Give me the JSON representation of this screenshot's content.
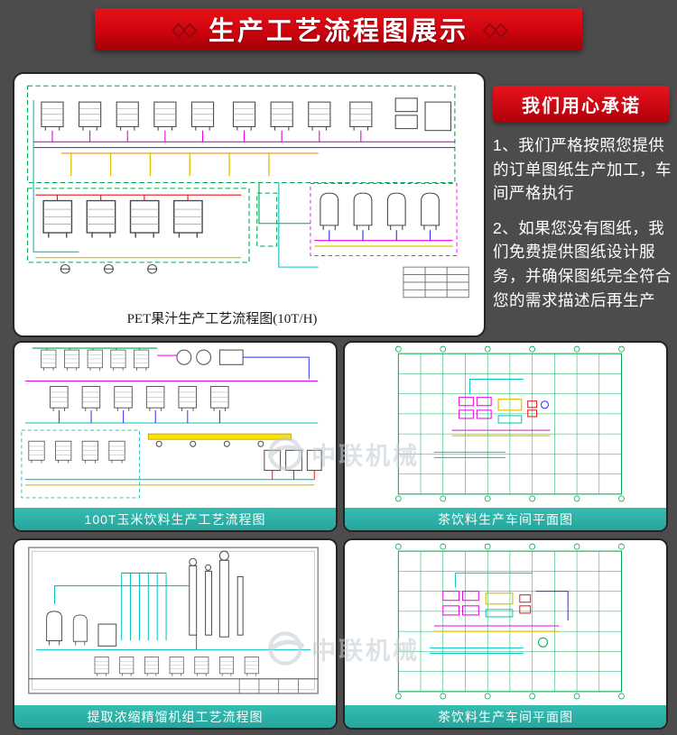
{
  "banner": {
    "decor_left": "◇◇",
    "title": "生产工艺流程图展示",
    "decor_right": "◇◇"
  },
  "promise": {
    "title": "我们用心承诺",
    "items": [
      "1、我们严格按照您提供的订单图纸生产加工，车间严格执行",
      "2、如果您没有图纸，我们免费提供图纸设计服务，并确保图纸完全符合您的需求描述后再生产"
    ]
  },
  "cards": {
    "pet_juice": {
      "caption": "PET果汁生产工艺流程图(10T/H)"
    },
    "corn": {
      "caption": "100T玉米饮料生产工艺流程图"
    },
    "tea_plan_1": {
      "caption": "茶饮料生产车间平面图"
    },
    "distill": {
      "caption": "提取浓缩精馏机组工艺流程图"
    },
    "tea_plan_2": {
      "caption": "茶饮料生产车间平面图"
    }
  },
  "watermark": {
    "text": "中联机械"
  },
  "colors": {
    "accent_red": "#cf0410",
    "teal_caption": "#2eb3aa",
    "background": "#4c4c4c",
    "diagram_green": "#00a651",
    "diagram_magenta": "#e800e8",
    "diagram_cyan": "#00c3c3",
    "diagram_yellow": "#dcc400"
  }
}
